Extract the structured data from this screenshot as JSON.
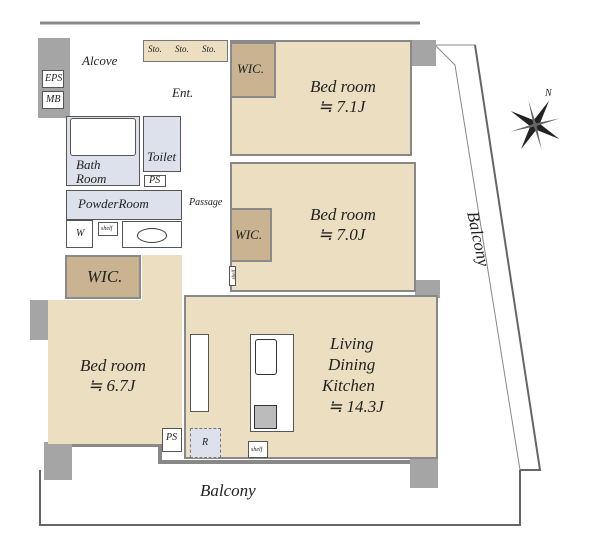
{
  "rooms": {
    "alcove": "Alcove",
    "eps": "EPS",
    "mb": "MB",
    "sto": [
      "Sto.",
      "Sto.",
      "Sto."
    ],
    "ent": "Ent.",
    "wic_top": "WIC.",
    "bed1": {
      "name": "Bed room",
      "size": "≒ 7.1J"
    },
    "bath": "Bath Room",
    "toilet": "Toilet",
    "ps1": "PS",
    "powder": "PowderRoom",
    "w": "W",
    "shelf1": "shelf",
    "passage": "Passage",
    "wic_mid": "WIC.",
    "bed2": {
      "name": "Bed room",
      "size": "≒ 7.0J"
    },
    "shelf2": "shelf",
    "wic_left": "WIC.",
    "bed3": {
      "name": "Bed room",
      "size": "≒ 6.7J"
    },
    "ldk": {
      "l1": "Living",
      "l2": "Dining",
      "l3": "Kitchen",
      "size": "≒ 14.3J"
    },
    "ps2": "PS",
    "r": "R",
    "shelf3": "shelf",
    "balcony_bottom": "Balcony",
    "balcony_right": "Balcony",
    "north": "N"
  }
}
